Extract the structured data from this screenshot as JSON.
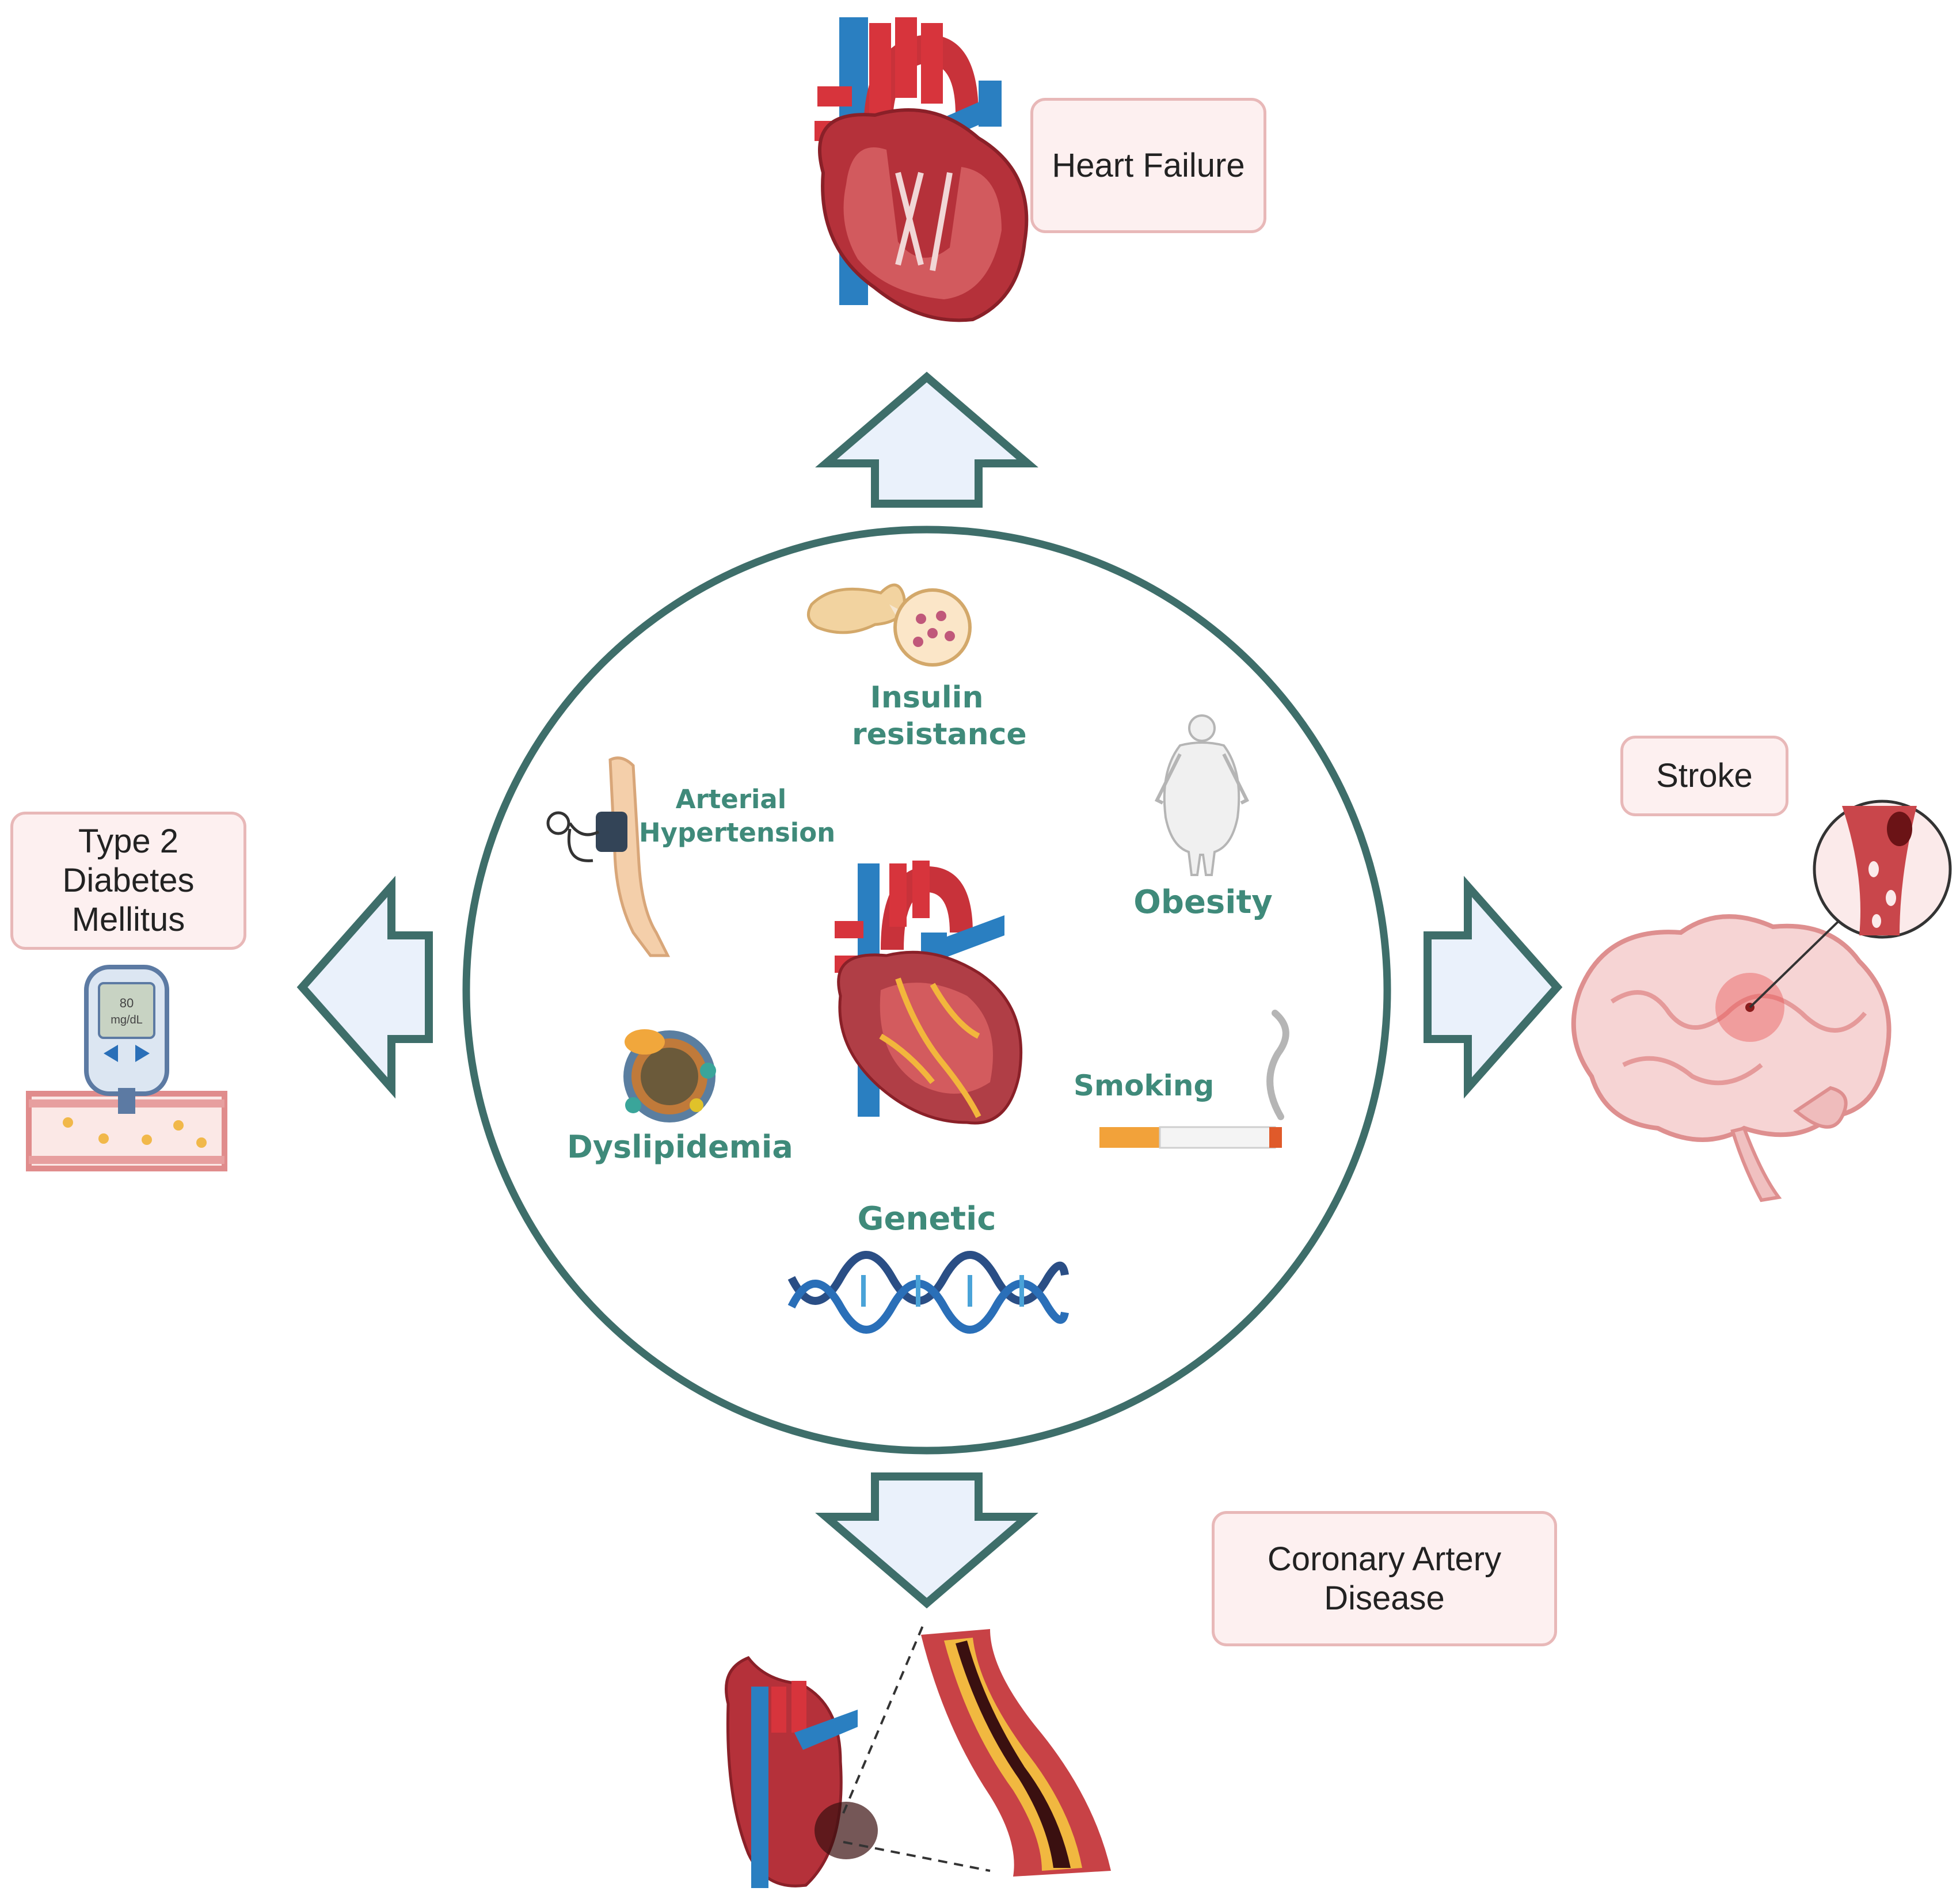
{
  "outcomes": {
    "heart_failure": "Heart Failure",
    "stroke": "Stroke",
    "diabetes": [
      "Type 2",
      "Diabetes",
      "Mellitus"
    ],
    "cad": [
      "Coronary Artery",
      "Disease"
    ]
  },
  "risk_factors": {
    "insulin": [
      "Insulin",
      "resistance"
    ],
    "hypertension": [
      "Arterial",
      "Hypertension"
    ],
    "obesity": "Obesity",
    "dyslipidemia": "Dyslipidemia",
    "smoking": "Smoking",
    "genetic": "Genetic"
  },
  "glucometer": [
    "80",
    "mg/dL"
  ],
  "colors": {
    "circle": "#3e6e6a",
    "arrow_fill": "#eaf1fb",
    "arrow_stroke": "#3e6e6a",
    "box_fill": "#fdf0f0",
    "box_border": "#e8b8b8",
    "label_green": "#3f8a7a"
  },
  "icons": [
    "heart-anatomy-icon",
    "heart-icon",
    "pancreas-icon",
    "blood-pressure-arm-icon",
    "obesity-body-icon",
    "lipoprotein-icon",
    "cigarette-icon",
    "dna-icon",
    "brain-icon",
    "blood-vessel-icon",
    "glucometer-icon",
    "plaque-artery-icon"
  ]
}
